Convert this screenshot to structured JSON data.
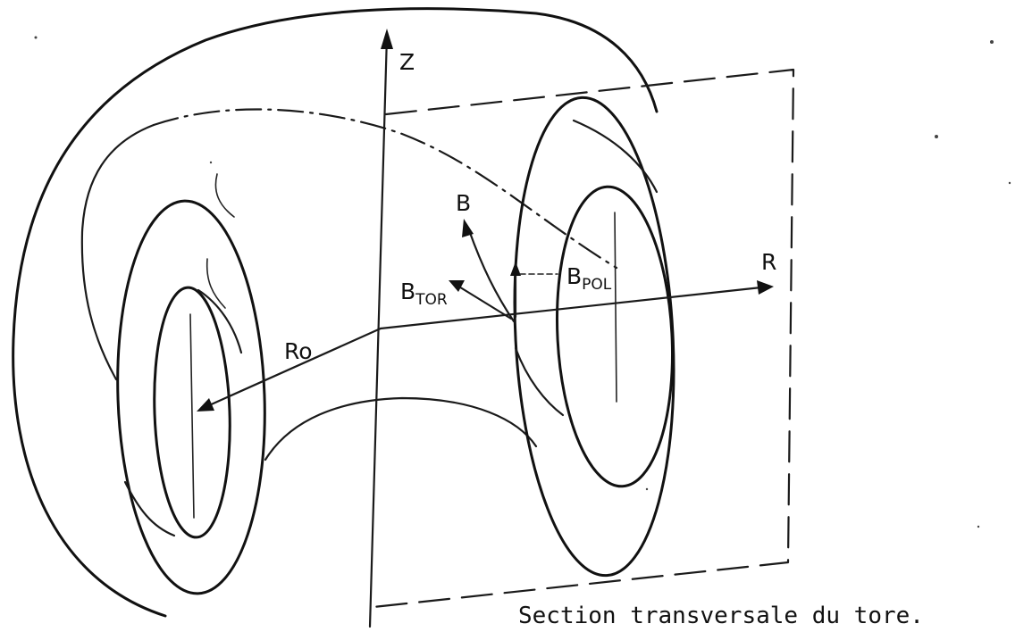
{
  "labels": {
    "z_axis": "Z",
    "r_axis": "R",
    "b_field": "B",
    "b_tor_main": "B",
    "b_tor_sub": "TOR",
    "b_pol_main": "B",
    "b_pol_sub": "POL",
    "major_radius": "Ro"
  },
  "caption": "Section transversale du tore."
}
